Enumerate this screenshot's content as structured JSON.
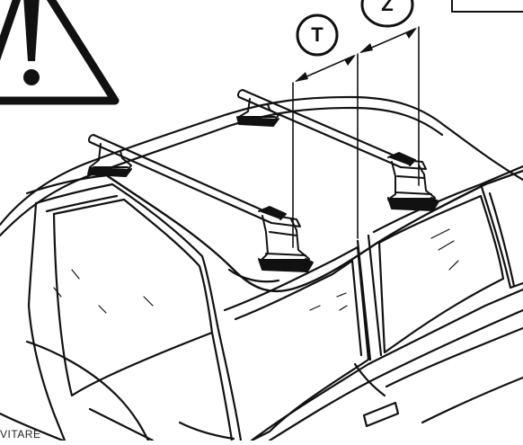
{
  "warning": {
    "symbol": "!",
    "icon": "warning-triangle-icon"
  },
  "labels": {
    "t": "T",
    "z": "Z"
  },
  "caption": "VITARE",
  "colors": {
    "ink": "#111111",
    "paper": "#ffffff"
  }
}
